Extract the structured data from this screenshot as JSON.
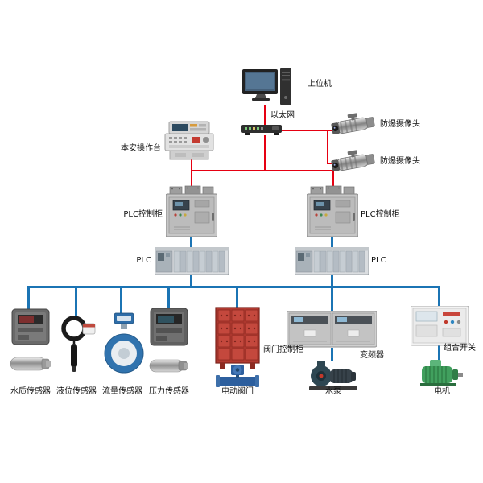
{
  "diagram": {
    "line_colors": {
      "ethernet": "#e60012",
      "field_bus": "#1b74b4"
    },
    "nodes": {
      "host_computer": {
        "label": "上位机"
      },
      "ethernet": {
        "label": "以太网"
      },
      "operator_console": {
        "label": "本安操作台"
      },
      "camera_top": {
        "label": "防爆摄像头"
      },
      "camera_bottom": {
        "label": "防爆摄像头"
      },
      "plc_cabinet_left": {
        "label": "PLC控制柜"
      },
      "plc_cabinet_right": {
        "label": "PLC控制柜"
      },
      "plc_left": {
        "label": "PLC"
      },
      "plc_right": {
        "label": "PLC"
      },
      "water_quality_sensor": {
        "label": "水质传感器"
      },
      "level_sensor": {
        "label": "液位传感器"
      },
      "flow_sensor": {
        "label": "流量传感器"
      },
      "pressure_sensor": {
        "label": "压力传感器"
      },
      "valve_control_cabinet": {
        "label": "阀门控制柜"
      },
      "electric_valve": {
        "label": "电动阀门"
      },
      "inverter": {
        "label": "变频器"
      },
      "water_pump": {
        "label": "水泵"
      },
      "combination_switch": {
        "label": "组合开关"
      },
      "motor": {
        "label": "电机"
      }
    }
  }
}
